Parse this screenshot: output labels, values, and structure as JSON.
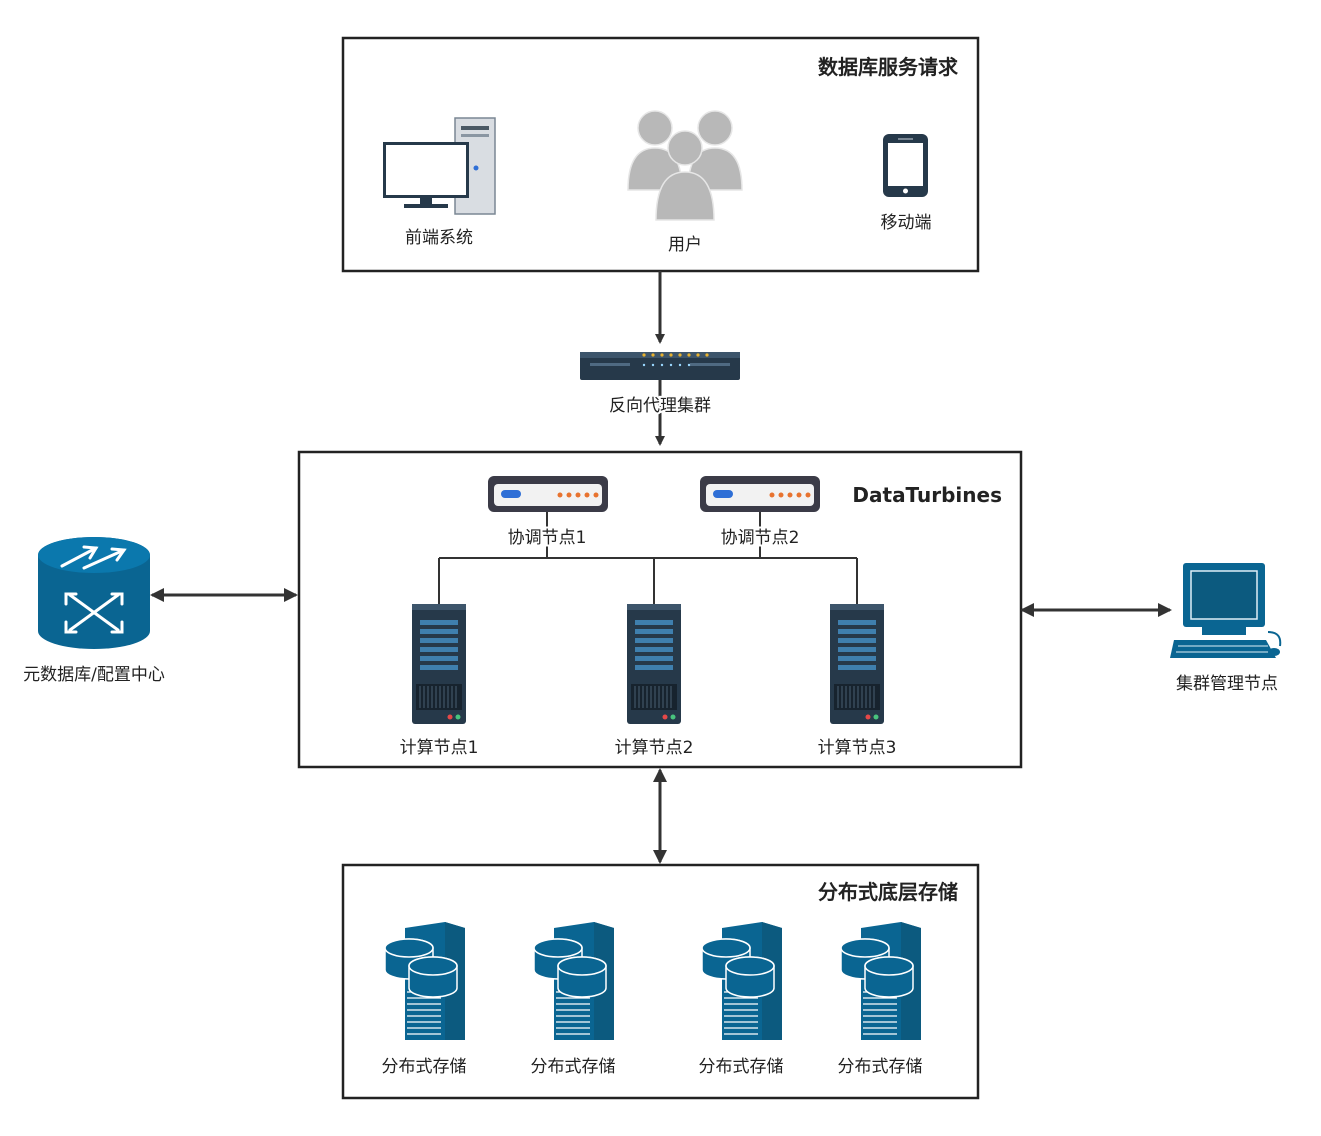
{
  "groups": {
    "requests": {
      "title": "数据库服务请求"
    },
    "cluster": {
      "title": "DataTurbines"
    },
    "storage": {
      "title": "分布式底层存储"
    }
  },
  "nodes": {
    "frontend": "前端系统",
    "user": "用户",
    "mobile": "移动端",
    "proxy": "反向代理集群",
    "coord1": "协调节点1",
    "coord2": "协调节点2",
    "compute1": "计算节点1",
    "compute2": "计算节点2",
    "compute3": "计算节点3",
    "metadb": "元数据库/配置中心",
    "mgmt": "集群管理节点",
    "storage": [
      "分布式存储",
      "分布式存储",
      "分布式存储",
      "分布式存储"
    ]
  },
  "colors": {
    "accent_blue": "#0a6592",
    "server_dark": "#26394a",
    "user_gray": "#b8b8b8"
  }
}
